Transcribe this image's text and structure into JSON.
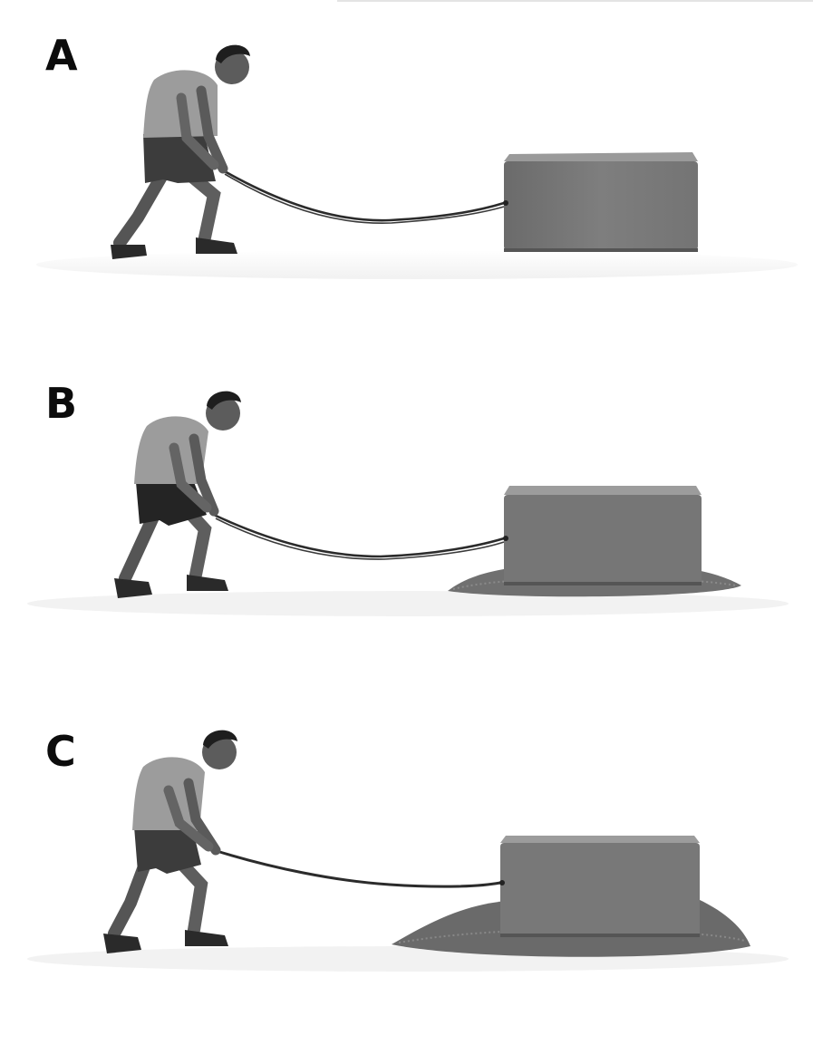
{
  "panels": [
    {
      "label": "A",
      "pile_size": 0
    },
    {
      "label": "B",
      "pile_size": 1
    },
    {
      "label": "C",
      "pile_size": 2
    }
  ],
  "colors": {
    "background": "#ffffff",
    "label": "#0c0c0c",
    "block": "#7a7a7a",
    "skin": "#5a5a5a",
    "shirt": "#9a9a9a",
    "shorts": "#3a3a3a",
    "rope": "#2a2a2a",
    "sand": "#6e6e6e"
  },
  "icons": [
    "person-pulling-figure",
    "concrete-block",
    "rope",
    "sand-pile"
  ]
}
